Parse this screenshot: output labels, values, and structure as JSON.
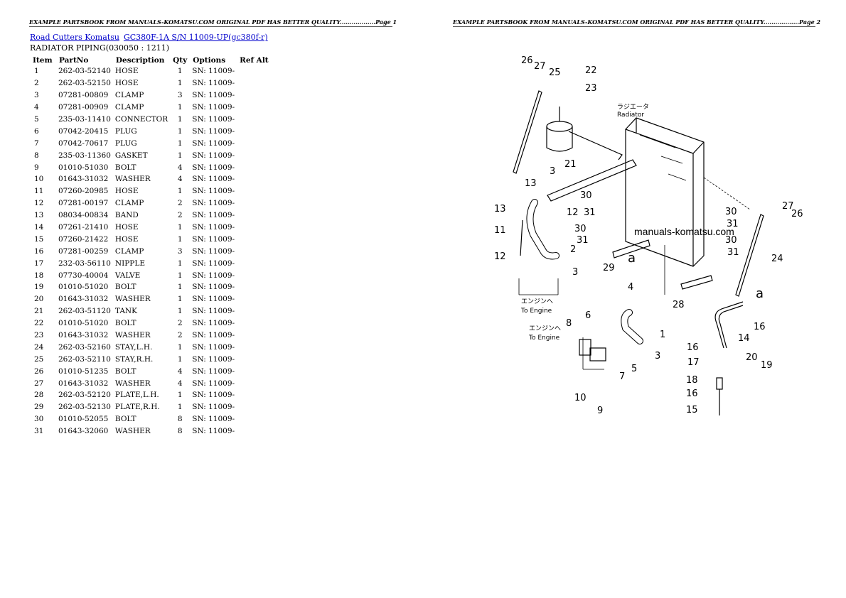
{
  "header": {
    "page1": "EXAMPLE PARTSBOOK FROM MANUALS-KOMATSU.COM ORIGINAL PDF HAS BETTER QUALITY..................Page 1",
    "page2": "EXAMPLE PARTSBOOK FROM MANUALS-KOMATSU.COM ORIGINAL PDF HAS BETTER QUALITY..................Page 2"
  },
  "breadcrumb": {
    "link1": "Road Cutters Komatsu",
    "link2": "GC380F-1A S/N  11009-UP(gc380f-r)"
  },
  "subtitle": "RADIATOR PIPING(030050 : 1211)",
  "table": {
    "headers": [
      "Item",
      "PartNo",
      "Description",
      "Qty",
      "Options",
      "Ref Alt"
    ],
    "rows": [
      [
        "1",
        "262-03-52140",
        "HOSE",
        "1",
        "SN: 11009-"
      ],
      [
        "2",
        "262-03-52150",
        "HOSE",
        "1",
        "SN: 11009-"
      ],
      [
        "3",
        "07281-00809",
        "CLAMP",
        "3",
        "SN: 11009-"
      ],
      [
        "4",
        "07281-00909",
        "CLAMP",
        "1",
        "SN: 11009-"
      ],
      [
        "5",
        "235-03-11410",
        "CONNECTOR",
        "1",
        "SN: 11009-"
      ],
      [
        "6",
        "07042-20415",
        "PLUG",
        "1",
        "SN: 11009-"
      ],
      [
        "7",
        "07042-70617",
        "PLUG",
        "1",
        "SN: 11009-"
      ],
      [
        "8",
        "235-03-11360",
        "GASKET",
        "1",
        "SN: 11009-"
      ],
      [
        "9",
        "01010-51030",
        "BOLT",
        "4",
        "SN: 11009-"
      ],
      [
        "10",
        "01643-31032",
        "WASHER",
        "4",
        "SN: 11009-"
      ],
      [
        "11",
        "07260-20985",
        "HOSE",
        "1",
        "SN: 11009-"
      ],
      [
        "12",
        "07281-00197",
        "CLAMP",
        "2",
        "SN: 11009-"
      ],
      [
        "13",
        "08034-00834",
        "BAND",
        "2",
        "SN: 11009-"
      ],
      [
        "14",
        "07261-21410",
        "HOSE",
        "1",
        "SN: 11009-"
      ],
      [
        "15",
        "07260-21422",
        "HOSE",
        "1",
        "SN: 11009-"
      ],
      [
        "16",
        "07281-00259",
        "CLAMP",
        "3",
        "SN: 11009-"
      ],
      [
        "17",
        "232-03-56110",
        "NIPPLE",
        "1",
        "SN: 11009-"
      ],
      [
        "18",
        "07730-40004",
        "VALVE",
        "1",
        "SN: 11009-"
      ],
      [
        "19",
        "01010-51020",
        "BOLT",
        "1",
        "SN: 11009-"
      ],
      [
        "20",
        "01643-31032",
        "WASHER",
        "1",
        "SN: 11009-"
      ],
      [
        "21",
        "262-03-51120",
        "TANK",
        "1",
        "SN: 11009-"
      ],
      [
        "22",
        "01010-51020",
        "BOLT",
        "2",
        "SN: 11009-"
      ],
      [
        "23",
        "01643-31032",
        "WASHER",
        "2",
        "SN: 11009-"
      ],
      [
        "24",
        "262-03-52160",
        "STAY,L.H.",
        "1",
        "SN: 11009-"
      ],
      [
        "25",
        "262-03-52110",
        "STAY,R.H.",
        "1",
        "SN: 11009-"
      ],
      [
        "26",
        "01010-51235",
        "BOLT",
        "4",
        "SN: 11009-"
      ],
      [
        "27",
        "01643-31032",
        "WASHER",
        "4",
        "SN: 11009-"
      ],
      [
        "28",
        "262-03-52120",
        "PLATE,L.H.",
        "1",
        "SN: 11009-"
      ],
      [
        "29",
        "262-03-52130",
        "PLATE,R.H.",
        "1",
        "SN: 11009-"
      ],
      [
        "30",
        "01010-52055",
        "BOLT",
        "8",
        "SN: 11009-"
      ],
      [
        "31",
        "01643-32060",
        "WASHER",
        "8",
        "SN: 11009-"
      ]
    ]
  },
  "diagram": {
    "radiator_jp": "ラジエータ",
    "radiator_en": "Radiator",
    "engine_jp": "エンジンへ",
    "engine_en": "To Engine",
    "watermark": "manuals-komatsu.com",
    "marker": "a",
    "callouts": [
      "1",
      "2",
      "3",
      "4",
      "5",
      "6",
      "7",
      "8",
      "9",
      "10",
      "11",
      "12",
      "13",
      "14",
      "15",
      "16",
      "17",
      "18",
      "19",
      "20",
      "21",
      "22",
      "23",
      "24",
      "25",
      "26",
      "27",
      "28",
      "29",
      "30",
      "31"
    ]
  }
}
